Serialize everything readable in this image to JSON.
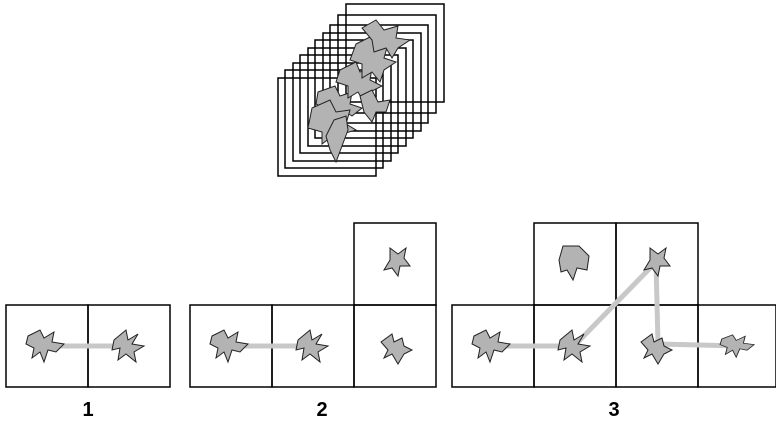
{
  "colors": {
    "frame_stroke": "#000000",
    "blob_fill": "#b3b3b3",
    "blob_stroke": "#222222",
    "arrow": "#c8c8c8",
    "background": "#ffffff"
  },
  "stack": {
    "frame_count": 10
  },
  "panels": [
    {
      "label": "1"
    },
    {
      "label": "2"
    },
    {
      "label": "3"
    }
  ]
}
